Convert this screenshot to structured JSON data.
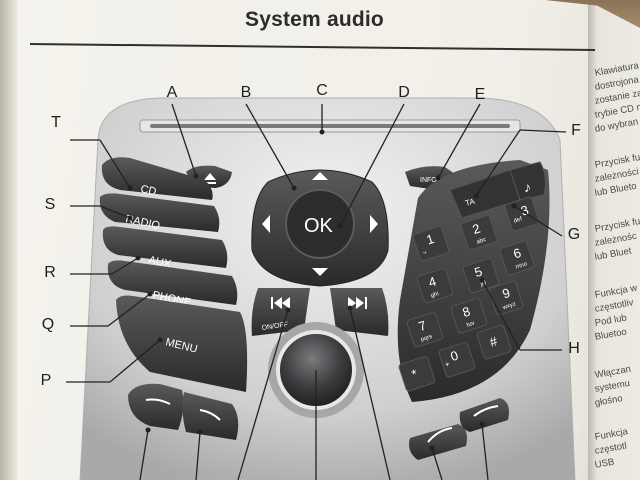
{
  "title": "System audio",
  "callouts": {
    "A": "A",
    "B": "B",
    "C": "C",
    "D": "D",
    "E": "E",
    "F": "F",
    "G": "G",
    "H": "H",
    "P": "P",
    "Q": "Q",
    "R": "R",
    "S": "S",
    "T": "T"
  },
  "buttons": {
    "cd": "CD",
    "radio": "RADIO",
    "aux": "AUX",
    "phone": "PHONE",
    "menu": "MENU",
    "ok": "OK",
    "info": "INFO",
    "ta": "TA",
    "on_off": "ON/OFF"
  },
  "keypad": [
    {
      "num": "1",
      "sub": "␣"
    },
    {
      "num": "2",
      "sub": "abc"
    },
    {
      "num": "3",
      "sub": "def"
    },
    {
      "num": "4",
      "sub": "ghi"
    },
    {
      "num": "5",
      "sub": "jkl"
    },
    {
      "num": "6",
      "sub": "mno"
    },
    {
      "num": "7",
      "sub": "pqrs"
    },
    {
      "num": "8",
      "sub": "tuv"
    },
    {
      "num": "9",
      "sub": "wxyz"
    },
    {
      "num": "*",
      "sub": ""
    },
    {
      "num": "0",
      "sub": "+"
    },
    {
      "num": "#",
      "sub": ""
    }
  ],
  "next_page_lines": [
    "Klawiatura",
    "dostrojona",
    "zostanie za",
    "trybie CD n",
    "do wybran",
    "Przycisk fu",
    "zależności",
    "lub Blueto",
    "Przycisk fu",
    "zależnośc",
    "lub Bluet",
    "Funkcja w",
    "częstotliv",
    "Pod lub",
    "Bluetoo",
    "Włączan",
    "systemu",
    "głośno",
    "Funkcja",
    "częstotl",
    "USB"
  ],
  "colors": {
    "button_dark": "#3a3a3c",
    "panel_silver": "#c9c9c9",
    "page": "#f1efe8"
  }
}
